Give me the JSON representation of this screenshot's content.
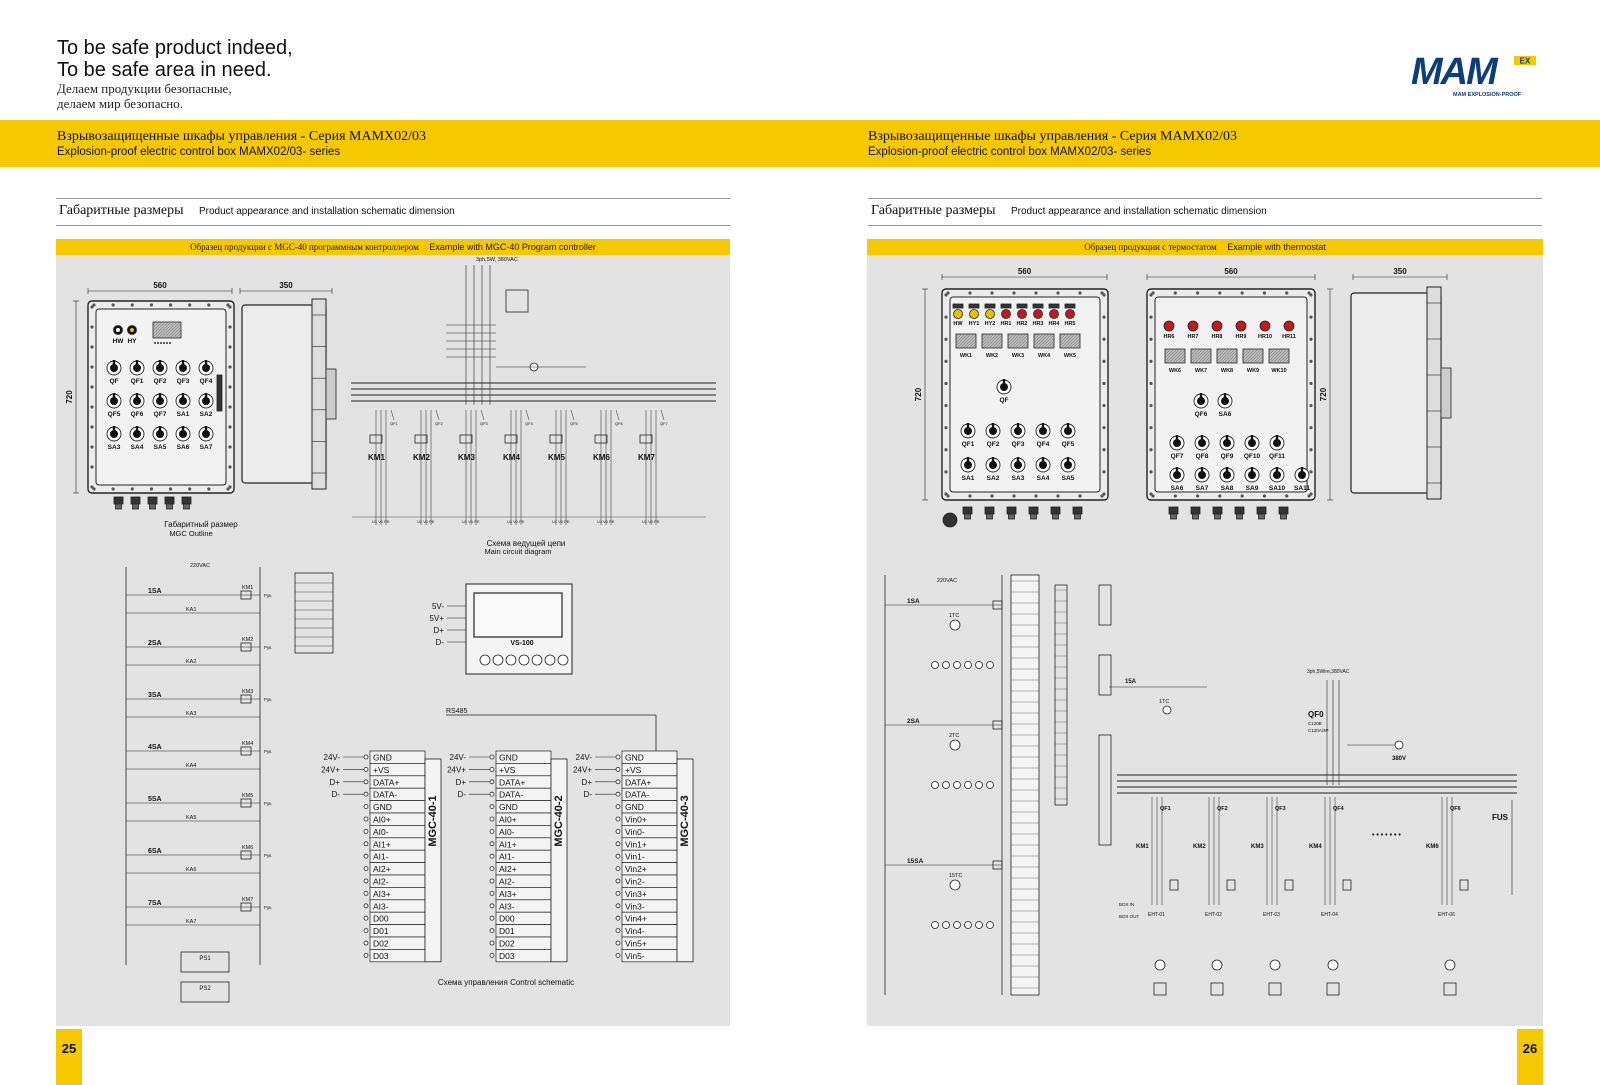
{
  "header": {
    "slogan_en_1": "To be safe product indeed,",
    "slogan_en_2": "To be safe area in need.",
    "slogan_ru_1": "Делаем продукции безопасные,",
    "slogan_ru_2": "делаем мир безопасно.",
    "logo_text": "MAM",
    "logo_badge": "EX",
    "logo_subtitle": "MAM EXPLOSION-PROOF"
  },
  "band": {
    "title_ru": "Взрывозащищенные шкафы управления - Серия MAMX02/03",
    "title_en": "Explosion-proof electric control box MAMX02/03- series"
  },
  "section": {
    "title_ru": "Габаритные размеры",
    "title_en": "Product appearance and installation schematic dimension"
  },
  "left": {
    "strip_ru": "Образец продукции с MGC-40 программным контроллером",
    "strip_en": "Example with MGC-40 Program controller",
    "outline_caption_ru": "Габаритный размер",
    "outline_caption_en": "MGC Outline",
    "main_caption_ru": "Схема ведущей цепи",
    "main_caption_en": "Main circuit diagram",
    "control_caption_ru": "Схема управления",
    "control_caption_en": "Control schematic",
    "dims": {
      "width": "560",
      "depth": "350",
      "height": "720"
    },
    "indicators": [
      "HW",
      "HY"
    ],
    "switch_rows": [
      [
        "QF",
        "QF1",
        "QF2",
        "QF3",
        "QF4"
      ],
      [
        "QF5",
        "QF6",
        "QF7",
        "SA1",
        "SA2"
      ],
      [
        "SA3",
        "SA4",
        "SA5",
        "SA6",
        "SA7"
      ]
    ],
    "contactors": [
      "KM1",
      "KM2",
      "KM3",
      "KM4",
      "KM5",
      "KM6",
      "KM7"
    ],
    "supply_label": "3ph,5W,  380VAC",
    "control_supply": "220VAC",
    "control_rows": [
      "1SA",
      "2SA",
      "3SA",
      "4SA",
      "5SA",
      "6SA",
      "7SA"
    ],
    "hmi": {
      "name": "VS-100",
      "pins": [
        "5V-",
        "5V+",
        "D+",
        "D-"
      ],
      "bus": "RS485"
    },
    "mgc_names": [
      "MGC-40-1",
      "MGC-40-2",
      "MGC-40-3"
    ],
    "mgc_inputs": [
      "24V-",
      "24V+",
      "D+",
      "D-"
    ],
    "mgc_terminals_ai": [
      "GND",
      "+VS",
      "DATA+",
      "DATA-",
      "GND",
      "AI0+",
      "AI0-",
      "AI1+",
      "AI1-",
      "AI2+",
      "AI2-",
      "AI3+",
      "AI3-",
      "D00",
      "D01",
      "D02",
      "D03"
    ],
    "mgc_terminals_vin": [
      "GND",
      "+VS",
      "DATA+",
      "DATA-",
      "GND",
      "Vin0+",
      "Vin0-",
      "Vin1+",
      "Vin1-",
      "Vin2+",
      "Vin2-",
      "Vin3+",
      "Vin3-",
      "Vin4+",
      "Vin4-",
      "Vin5+",
      "Vin5-"
    ],
    "psu": [
      "PS1",
      "PS2"
    ],
    "page_number": "25"
  },
  "right": {
    "strip_ru": "Образец продукции с термостатом",
    "strip_en": "Example with thermostat",
    "dims": {
      "width1": "560",
      "width2": "560",
      "depth": "350",
      "height": "720"
    },
    "box1_lamps": [
      "HW",
      "HY1",
      "HY2",
      "HR1",
      "HR2",
      "HR3",
      "HR4",
      "HR5"
    ],
    "box1_thermo": [
      "WK1",
      "WK2",
      "WK3",
      "WK4",
      "WK5"
    ],
    "box1_qf": [
      "QF1",
      "QF2",
      "QF3",
      "QF4",
      "QF5"
    ],
    "box1_sa": [
      "SA1",
      "SA2",
      "SA3",
      "SA4",
      "SA5"
    ],
    "box2_lamps": [
      "HR6",
      "HR7",
      "HR8",
      "HR9",
      "HR10",
      "HR11"
    ],
    "box2_thermo": [
      "WK6",
      "WK7",
      "WK8",
      "WK9",
      "WK10"
    ],
    "box2_qf": [
      "QF7",
      "QF8",
      "QF9",
      "QF10",
      "QF11"
    ],
    "box2_sa": [
      "SA6",
      "SA7",
      "SA8",
      "SA9",
      "SA10",
      "SA11"
    ],
    "supply_220": "220VAC",
    "supply_380": "3ph,5Wire,380VAC",
    "qf0": [
      "QF0",
      "C120B",
      "C120A/3P"
    ],
    "feeders": [
      "QF1",
      "QF2",
      "QF3",
      "QF4",
      "QF6"
    ],
    "heaters": [
      "EHT-01",
      "EHT-02",
      "EHT-03",
      "EHT-04",
      "EHT-06"
    ],
    "fuse": "FUS",
    "voltage": "380V",
    "dots": "• • • • • • •",
    "box_in": "BOX IN",
    "box_out": "BOX OUT",
    "page_number": "26"
  }
}
